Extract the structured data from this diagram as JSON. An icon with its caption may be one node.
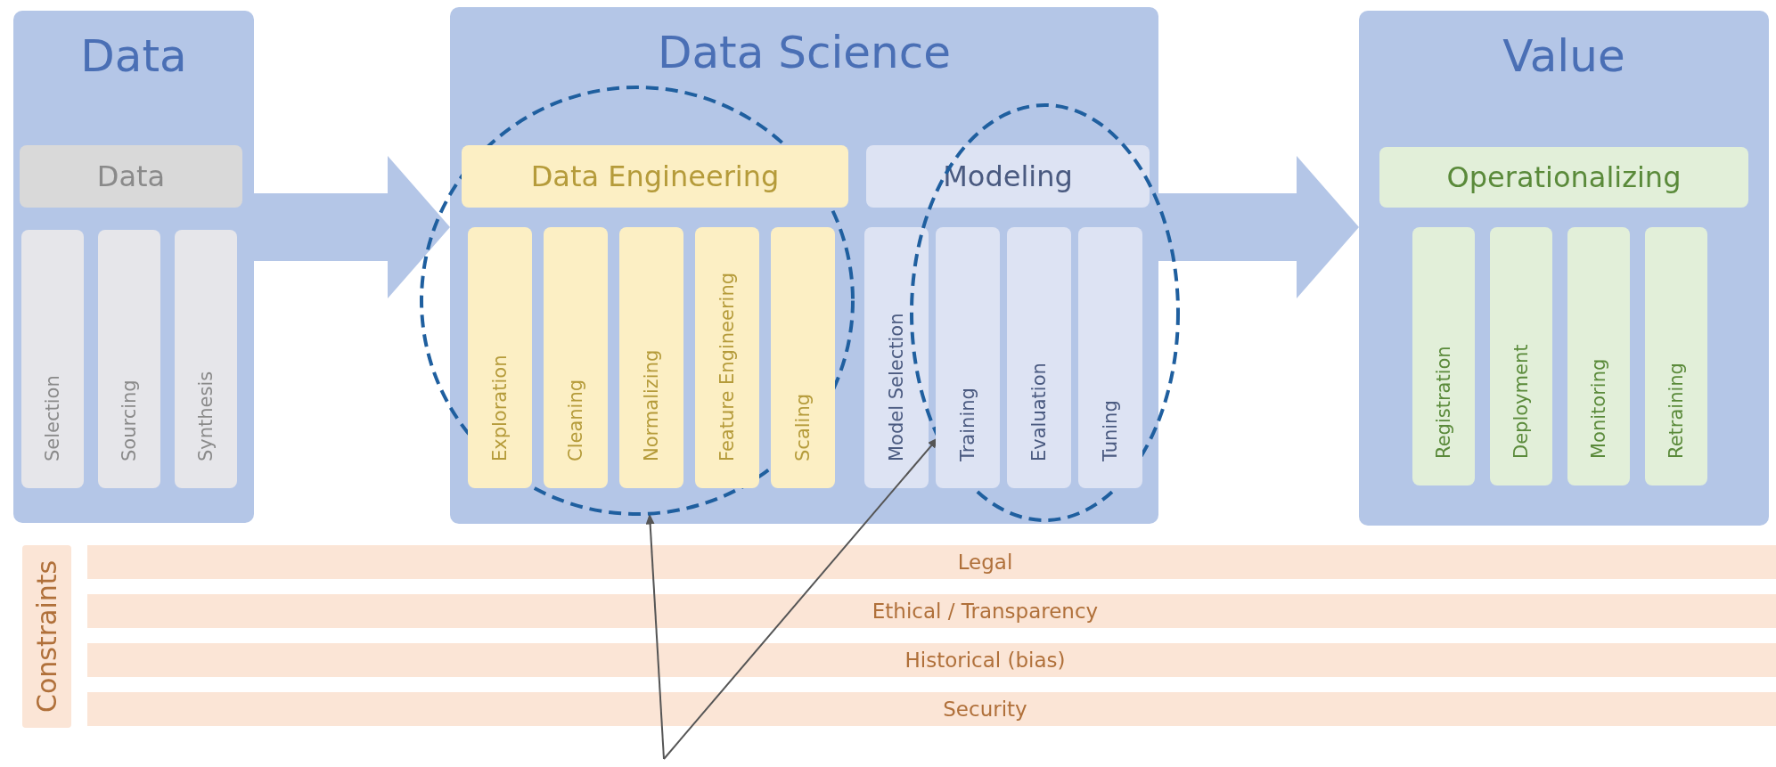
{
  "diagram": {
    "nodes": [
      {
        "text": [
          "Data"
        ]
      },
      {
        "text": [
          "Data"
        ],
        "in": 0
      },
      {
        "text": [
          "Selection"
        ],
        "in": 0
      },
      {
        "text": [
          "Sourcing"
        ],
        "in": 0
      },
      {
        "text": [
          "Synthesis"
        ],
        "in": 0
      },
      {
        "text": [
          "Data Science"
        ]
      },
      {
        "text": [
          "Data Engineering"
        ],
        "in": 28
      },
      {
        "text": [
          "Modeling"
        ],
        "in": 5
      },
      {
        "text": [
          "Exploration"
        ],
        "in": 28
      },
      {
        "text": [
          "Cleaning"
        ],
        "in": 28
      },
      {
        "text": [
          "Normalizing"
        ],
        "in": 28
      },
      {
        "text": [
          "Feature Engineering"
        ],
        "in": 28
      },
      {
        "text": [
          "Scaling"
        ],
        "in": 28
      },
      {
        "text": [
          "Model Selection"
        ],
        "in": 5
      },
      {
        "text": [
          "Training"
        ],
        "in": 29
      },
      {
        "text": [
          "Evaluation"
        ],
        "in": 29
      },
      {
        "text": [
          "Tuning"
        ],
        "in": 29
      },
      {
        "text": [
          "Value"
        ]
      },
      {
        "text": [
          "Operationalizing"
        ],
        "in": 17
      },
      {
        "text": [
          "Registration"
        ],
        "in": 17
      },
      {
        "text": [
          "Deployment"
        ],
        "in": 17
      },
      {
        "text": [
          "Monitoring"
        ],
        "in": 17
      },
      {
        "text": [
          "Retraining"
        ],
        "in": 17
      },
      {
        "text": [
          "Constraints"
        ]
      },
      {
        "text": [
          "Legal"
        ]
      },
      {
        "text": [
          "Ethical / Transparency"
        ]
      },
      {
        "text": [
          "Historical (bias)"
        ]
      },
      {
        "text": [
          "Security"
        ]
      },
      {
        "text": [],
        "shape": "circle"
      },
      {
        "text": [],
        "shape": "circle"
      }
    ],
    "edges": [
      {
        "from": 0,
        "to": 5,
        "arrow": "to",
        "style": "thick",
        "color": "#b4c6e7"
      },
      {
        "from": 5,
        "to": 17,
        "arrow": "to",
        "style": "thick",
        "color": "#b4c6e7"
      },
      {
        "from": null,
        "to": 28,
        "arrow": "to"
      },
      {
        "from": null,
        "to": 29,
        "arrow": "to"
      }
    ]
  }
}
